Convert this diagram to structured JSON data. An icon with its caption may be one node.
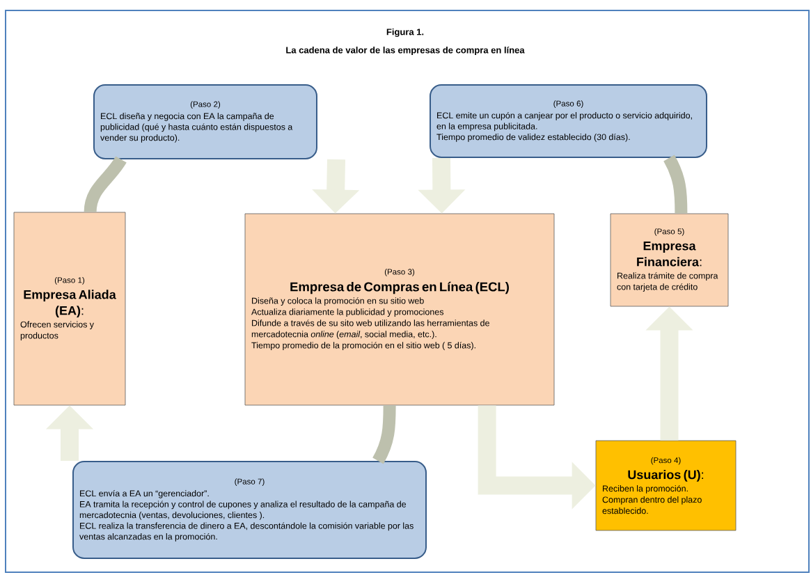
{
  "diagram": {
    "title": "La cadena de valor de las empresas de compra en línea",
    "nodes": [
      {
        "text": [
          "(Paso 1)",
          "**Empresa Aliada (EA)**:",
          "Ofrecen servicios y productos"
        ]
      },
      {
        "text": [
          "(Paso 2)",
          "ECL diseña y negocia con EA la campaña de publicidad (qué y hasta cuánto están dispuestos a vender su producto)."
        ]
      },
      {
        "text": [
          "(Paso 3)",
          "Empresa de Compras en Línea (ECL)",
          "Diseña y coloca la promoción en su sitio web",
          "Actualiza diariamente la publicidad y promociones",
          "Difunde a través de su sito web utilizando las herramientas de mercadotecnia *online* (*email*, social media, etc.).",
          "Tiempo promedio de la promoción en el sitio web ( 5 días)."
        ]
      },
      {
        "text": [
          "(Paso 6)",
          "ECL emite un cupón a canjear por el producto o servicio adquirido, en la empresa publicitada.",
          "Tiempo promedio de validez establecido (30 días)."
        ]
      },
      {
        "text": [
          "(Paso 5)",
          "**Empresa Financiera**:",
          "Realiza trámite de compra con tarjeta de crédito"
        ]
      },
      {
        "text": [
          "(Paso 4)",
          "**Usuarios (U)**:",
          "Reciben la promoción.",
          "Compran dentro del plazo establecido."
        ]
      },
      {
        "text": [
          "(Paso 7)",
          "ECL envía a EA un “gerenciador”.",
          "EA tramita la recepción y control de cupones y analiza el resultado de la campaña de mercadotecnia (ventas, devoluciones, clientes ).",
          "ECL realiza la transferencia de dinero a EA, descontándole la comisión variable por las ventas alcanzadas en la promoción."
        ]
      }
    ],
    "edges": [
      {
        "from": 0,
        "to": 1,
        "arrow": "none",
        "color": "#bdc0ad"
      },
      {
        "from": 1,
        "to": 2,
        "arrow": "to"
      },
      {
        "from": 2,
        "to": 5,
        "arrow": "to"
      },
      {
        "from": 5,
        "to": 4,
        "arrow": "to"
      },
      {
        "from": 4,
        "to": 3,
        "arrow": "none",
        "color": "#bdc0ad"
      },
      {
        "from": 3,
        "to": 2,
        "arrow": "to"
      },
      {
        "from": 2,
        "to": 6,
        "arrow": "none",
        "color": "#bdc0ad"
      },
      {
        "from": 6,
        "to": 0,
        "arrow": "to"
      }
    ],
    "labels": [
      "Figura 1."
    ]
  }
}
